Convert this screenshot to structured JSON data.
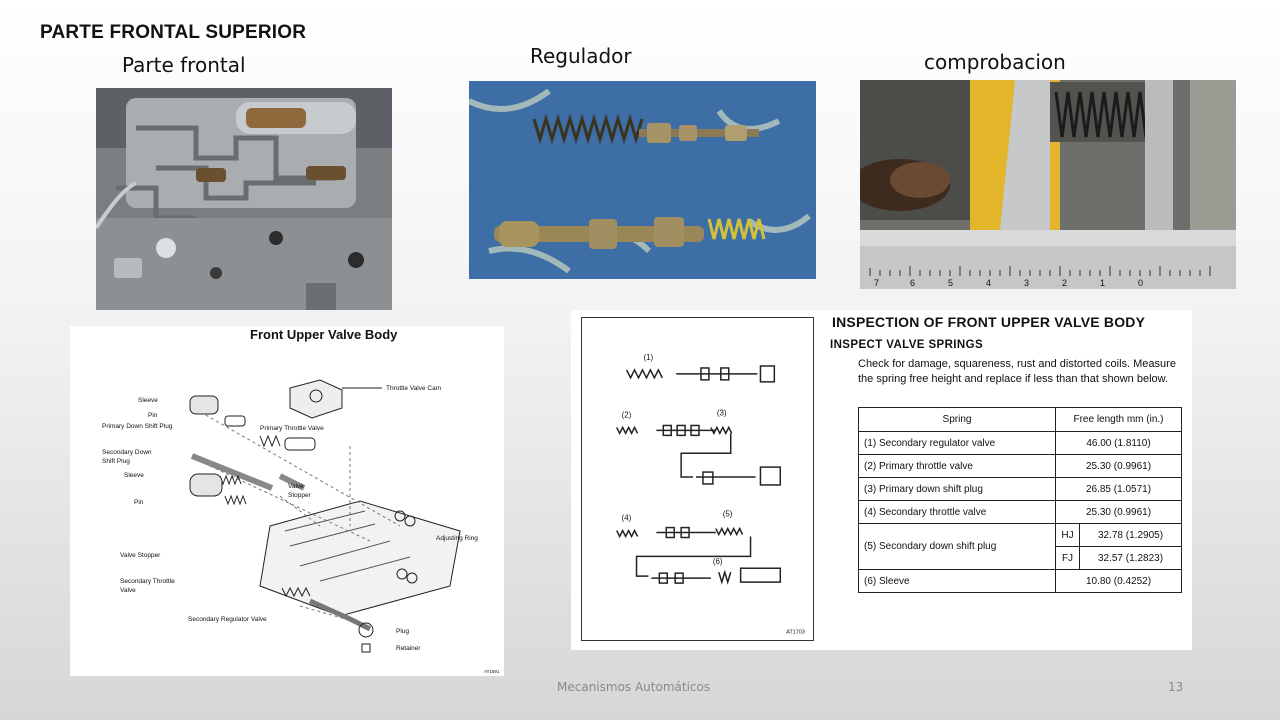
{
  "slide": {
    "heading": "PARTE FRONTAL SUPERIOR",
    "captions": {
      "frontal": "Parte frontal",
      "regulador": "Regulador",
      "comprobacion": "comprobacion"
    },
    "footer": {
      "text": "Mecanismos Automáticos",
      "page": "13"
    }
  },
  "exploded_diagram": {
    "title": "Front Upper Valve Body",
    "code": "AT1691",
    "labels": {
      "throttle_cam": "Throttle Valve Cam",
      "sleeve_top": "Sleeve",
      "pin_top": "Pin",
      "primary_down_plug": "Primary Down Shift Plug",
      "primary_throttle": "Primary Throttle Valve",
      "secondary_down_1": "Secondary Down",
      "secondary_down_2": "Shift Plug",
      "sleeve_mid": "Sleeve",
      "pin_mid": "Pin",
      "valve_stopper_1": "Valve",
      "valve_stopper_2": "Stopper",
      "adjusting_ring": "Adjusting Ring",
      "valve_stopper_low": "Valve Stopper",
      "secondary_throttle_1": "Secondary Throttle",
      "secondary_throttle_2": "Valve",
      "secondary_regulator": "Secondary Regulator Valve",
      "plug": "Plug",
      "retainer": "Retainer"
    }
  },
  "inspection": {
    "title": "INSPECTION OF FRONT UPPER VALVE BODY",
    "subtitle": "INSPECT VALVE SPRINGS",
    "body": "Check for damage, squareness, rust and distorted coils. Measure the spring free height and replace if less than that shown below.",
    "code": "AT1703",
    "part_markers": [
      "(1)",
      "(2)",
      "(3)",
      "(4)",
      "(5)",
      "(6)"
    ],
    "table": {
      "headers": [
        "Spring",
        "Free length   mm (in.)"
      ],
      "rows": [
        {
          "spring": "(1)  Secondary regulator valve",
          "value": "46.00  (1.8110)"
        },
        {
          "spring": "(2)  Primary throttle valve",
          "value": "25.30  (0.9961)"
        },
        {
          "spring": "(3)  Primary down shift plug",
          "value": "26.85  (1.0571)"
        },
        {
          "spring": "(4)  Secondary throttle valve",
          "value": "25.30  (0.9961)"
        },
        {
          "spring": "(5)  Secondary down shift plug",
          "sub": [
            {
              "code": "HJ",
              "value": "32.78  (1.2905)"
            },
            {
              "code": "FJ",
              "value": "32.57  (1.2823)"
            }
          ]
        },
        {
          "spring": "(6)  Sleeve",
          "value": "10.80  (0.4252)"
        }
      ]
    }
  },
  "caliper_scale": [
    "7",
    "6",
    "5",
    "4",
    "3",
    "2",
    "1",
    "0"
  ]
}
